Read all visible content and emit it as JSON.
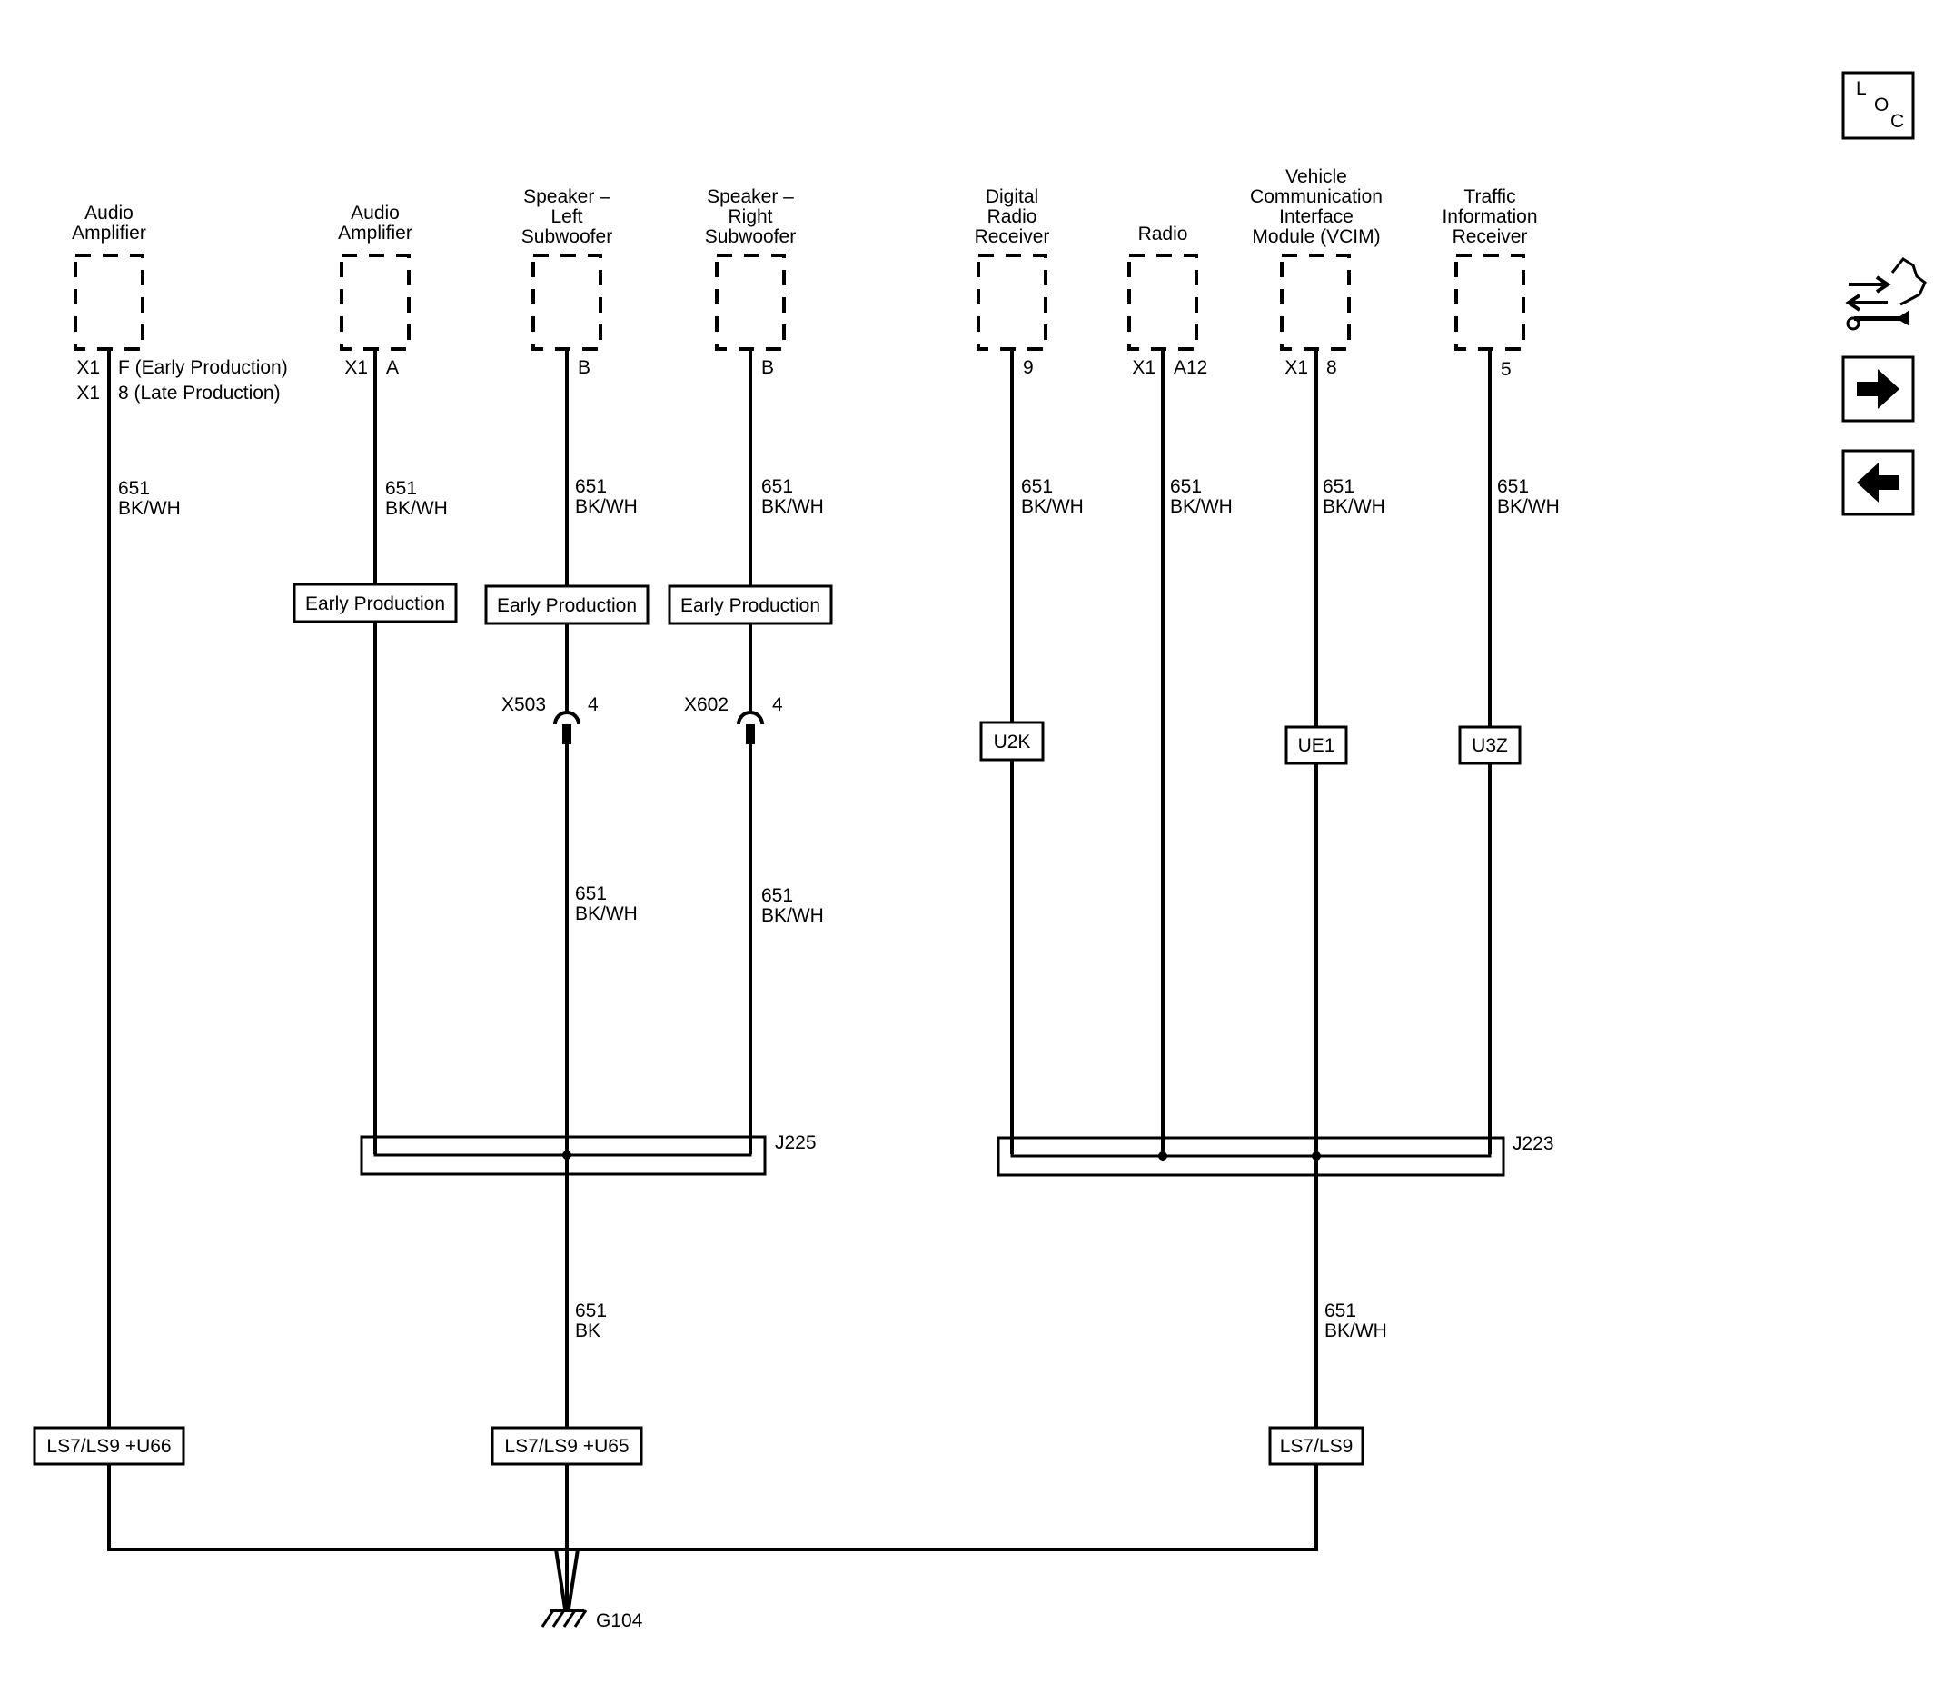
{
  "components": [
    {
      "name_lines": [
        "Audio",
        "Amplifier"
      ],
      "connector": "X1",
      "pin_lines": [
        "F (Early Production)",
        "8 (Late Production)"
      ],
      "connector2": "X1"
    },
    {
      "name_lines": [
        "Audio",
        "Amplifier"
      ],
      "connector": "X1",
      "pin_lines": [
        "A"
      ]
    },
    {
      "name_lines": [
        "Speaker –",
        "Left",
        "Subwoofer"
      ],
      "connector": "",
      "pin_lines": [
        "B"
      ]
    },
    {
      "name_lines": [
        "Speaker –",
        "Right",
        "Subwoofer"
      ],
      "connector": "",
      "pin_lines": [
        "B"
      ]
    },
    {
      "name_lines": [
        "Digital",
        "Radio",
        "Receiver"
      ],
      "connector": "",
      "pin_lines": [
        "9"
      ]
    },
    {
      "name_lines": [
        "Radio"
      ],
      "connector": "X1",
      "pin_lines": [
        "A12"
      ]
    },
    {
      "name_lines": [
        "Vehicle",
        "Communication",
        "Interface",
        "Module (VCIM)"
      ],
      "connector": "X1",
      "pin_lines": [
        "8"
      ]
    },
    {
      "name_lines": [
        "Traffic",
        "Information",
        "Receiver"
      ],
      "connector": "",
      "pin_lines": [
        "5"
      ]
    }
  ],
  "wire_labels": [
    {
      "circuit": "651",
      "color": "BK/WH"
    },
    {
      "circuit": "651",
      "color": "BK/WH"
    },
    {
      "circuit": "651",
      "color": "BK/WH"
    },
    {
      "circuit": "651",
      "color": "BK/WH"
    },
    {
      "circuit": "651",
      "color": "BK/WH"
    },
    {
      "circuit": "651",
      "color": "BK/WH"
    },
    {
      "circuit": "651",
      "color": "BK/WH"
    },
    {
      "circuit": "651",
      "color": "BK/WH"
    },
    {
      "circuit": "651",
      "color": "BK/WH"
    },
    {
      "circuit": "651",
      "color": "BK/WH"
    },
    {
      "circuit": "651",
      "color": "BK"
    },
    {
      "circuit": "651",
      "color": "BK/WH"
    }
  ],
  "option_boxes": [
    "Early Production",
    "Early Production",
    "Early Production",
    "U2K",
    "UE1",
    "U3Z",
    "LS7/LS9 +U66",
    "LS7/LS9 +U65",
    "LS7/LS9"
  ],
  "inline_connectors": [
    {
      "name": "X503",
      "pin": "4"
    },
    {
      "name": "X602",
      "pin": "4"
    }
  ],
  "splices": [
    "J225",
    "J223"
  ],
  "ground": "G104",
  "nav": {
    "loc_letters": [
      "L",
      "O",
      "C"
    ],
    "icons": [
      "description-operation-icon",
      "arrow-right-icon",
      "arrow-left-icon"
    ]
  }
}
